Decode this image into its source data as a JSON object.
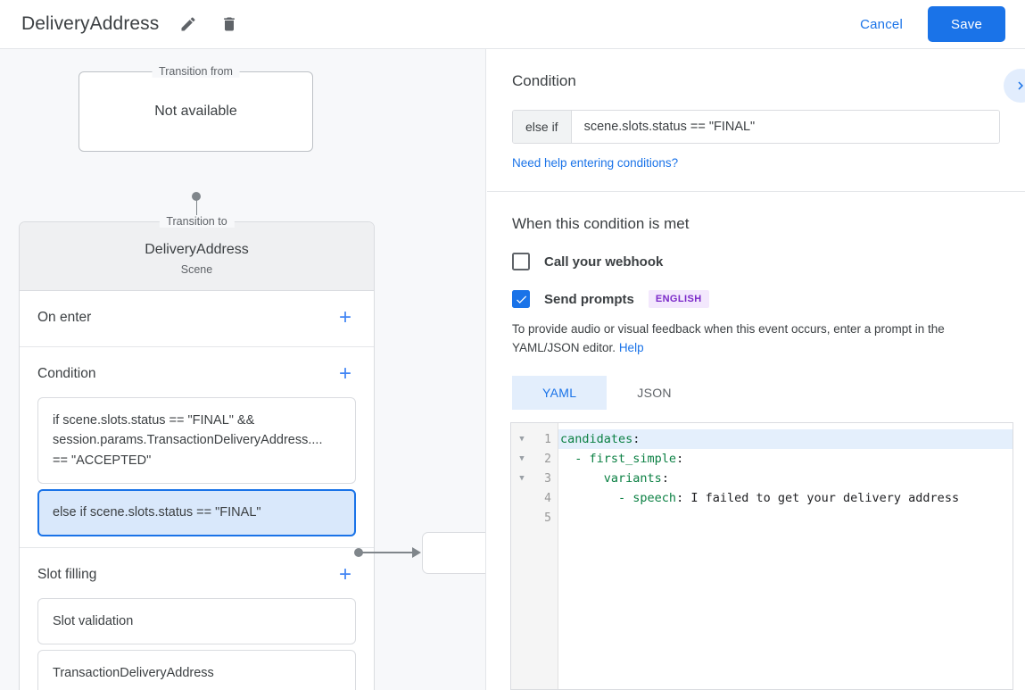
{
  "topbar": {
    "title": "DeliveryAddress",
    "edit_icon": "pencil-icon",
    "delete_icon": "trash-icon",
    "cancel_label": "Cancel",
    "save_label": "Save",
    "accent_color": "#1a73e8"
  },
  "left": {
    "transition_from": {
      "legend": "Transition from",
      "value": "Not available"
    },
    "transition_to": {
      "legend": "Transition to",
      "name": "DeliveryAddress",
      "subtitle": "Scene"
    },
    "sections": [
      {
        "title": "On enter",
        "add_label": "+",
        "items": []
      },
      {
        "title": "Condition",
        "add_label": "+",
        "items": [
          {
            "text": "if scene.slots.status == \"FINAL\" && session.params.TransactionDeliveryAddress.... == \"ACCEPTED\"",
            "selected": false
          },
          {
            "text": "else if scene.slots.status == \"FINAL\"",
            "selected": true
          }
        ]
      },
      {
        "title": "Slot filling",
        "add_label": "+",
        "items": [
          {
            "text": "Slot validation",
            "selected": false
          },
          {
            "text": "TransactionDeliveryAddress",
            "selected": false
          }
        ]
      }
    ]
  },
  "right": {
    "condition_section": {
      "title": "Condition",
      "prefix": "else if",
      "expression": "scene.slots.status == \"FINAL\"",
      "help_link": "Need help entering conditions?",
      "expand_icon": "chevron-right-icon"
    },
    "met_section": {
      "title": "When this condition is met",
      "webhook": {
        "label": "Call your webhook",
        "checked": false
      },
      "prompts": {
        "label": "Send prompts",
        "checked": true,
        "badge": "ENGLISH",
        "badge_bg": "#f3e8fd",
        "badge_color": "#7b29c9"
      },
      "hint_text": "To provide audio or visual feedback when this event occurs, enter a prompt in the YAML/JSON editor.",
      "hint_link": "Help"
    },
    "editor": {
      "tabs": [
        {
          "label": "YAML",
          "active": true
        },
        {
          "label": "JSON",
          "active": false
        }
      ],
      "lines": [
        {
          "num": "1",
          "fold": true,
          "highlighted": true,
          "key": "candidates",
          "punct": ":",
          "indent": "",
          "dash": "",
          "value": ""
        },
        {
          "num": "2",
          "fold": true,
          "highlighted": false,
          "key": "first_simple",
          "punct": ":",
          "indent": "  ",
          "dash": "- ",
          "value": ""
        },
        {
          "num": "3",
          "fold": true,
          "highlighted": false,
          "key": "variants",
          "punct": ":",
          "indent": "      ",
          "dash": "",
          "value": ""
        },
        {
          "num": "4",
          "fold": false,
          "highlighted": false,
          "key": "speech",
          "punct": ": ",
          "indent": "        ",
          "dash": "- ",
          "value": "I failed to get your delivery address"
        },
        {
          "num": "5",
          "fold": false,
          "highlighted": false,
          "key": "",
          "punct": "",
          "indent": "",
          "dash": "",
          "value": ""
        }
      ]
    }
  }
}
